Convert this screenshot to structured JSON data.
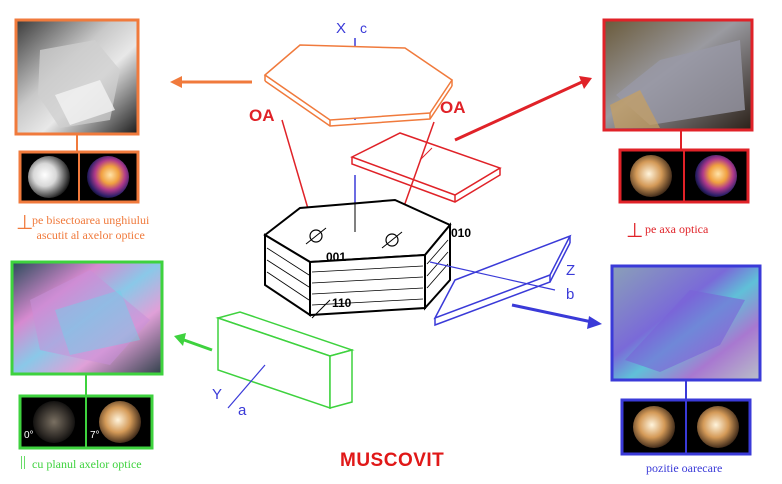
{
  "title": "MUSCOVIT",
  "axes": {
    "x": "X",
    "c": "c",
    "z": "Z",
    "b": "b",
    "y": "Y",
    "a": "a"
  },
  "optic_axis_labels": {
    "left": "OA",
    "right": "OA"
  },
  "face_labels": {
    "f001": "001",
    "f010": "010",
    "f110": "110"
  },
  "captions": {
    "orange": "pe bisectoarea unghiului\nascutit al axelor optice",
    "red": "pe axa optica",
    "green": "cu planul axelor optice",
    "blue": "pozitie oarecare"
  },
  "caption_prefix": {
    "perp": "⊥",
    "parallel": "||"
  },
  "conoscope_angles": {
    "first": "0°",
    "second": "7°"
  },
  "colors": {
    "orange": "#f07a3c",
    "red": "#e02228",
    "green": "#3ed23e",
    "blue": "#3a3ad8",
    "title_red": "#e01818",
    "black": "#000000"
  }
}
